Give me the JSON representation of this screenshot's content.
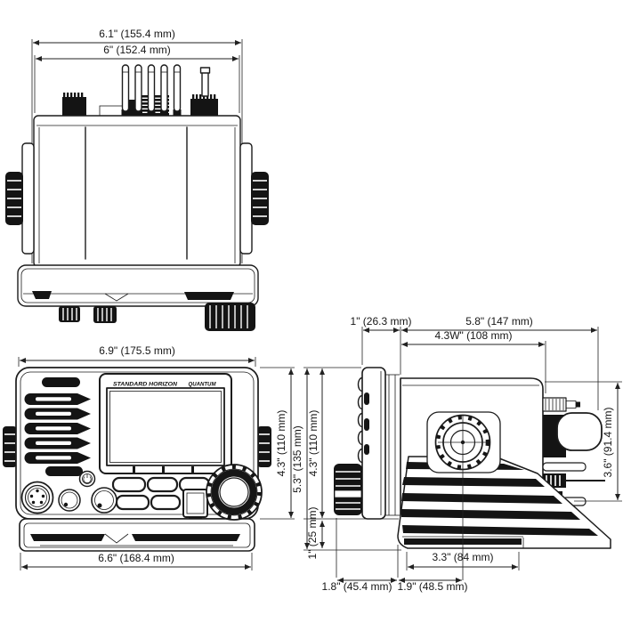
{
  "product": {
    "brand": "STANDARD HORIZON",
    "model": "QUANTUM"
  },
  "colors": {
    "background": "#ffffff",
    "line": "#1c1c1c",
    "dark_fill": "#141414",
    "dim_text": "#161616"
  },
  "top_view": {
    "overall_width_label": "6.1\" (155.4 mm)",
    "body_width_label": "6\" (152.4 mm)"
  },
  "front_view": {
    "overall_width_label": "6.9\" (175.5 mm)",
    "panel_height_label": "4.3\" (110 mm)",
    "bracket_width_label": "6.6\" (168.4 mm)"
  },
  "side_view": {
    "front_depth_label": "1\" (26.3 mm)",
    "body_depth_label": "5.8\" (147 mm)",
    "mount_width_label": "4.3W\" (108 mm)",
    "overall_height_label": "5.3\" (135 mm)",
    "panel_height_label": "4.3\" (110 mm)",
    "base_height_label": "1\" (25 mm)",
    "rear_height_label": "3.6\" (91.4 mm)",
    "base_length_label": "3.3\" (84 mm)",
    "knob_to_body_label": "1.8\" (45.4 mm)",
    "body_to_pivot_label": "1.9\" (48.5 mm)"
  }
}
